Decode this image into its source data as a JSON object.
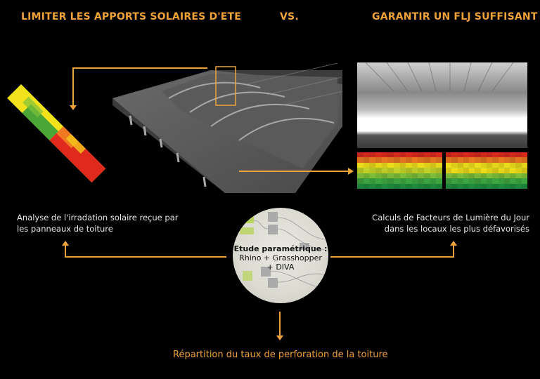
{
  "header": {
    "left_title": "LIMITER LES APPORTS SOLAIRES D'ETE",
    "vs_label": "VS.",
    "right_title": "GARANTIR UN FLJ SUFFISANT"
  },
  "captions": {
    "left": [
      "Analyse de l'irradation solaire reçue par",
      "les panneaux de toiture"
    ],
    "right": [
      "Calculs de Facteurs de Lumière du Jour",
      "dans les locaux les plus défavorisés"
    ],
    "bottom": "Répartition du taux de perforation de la toiture"
  },
  "center_node": {
    "title": "Etude paramétrique :",
    "line2": "Rhino + Grasshopper",
    "line3": "+ DIVA"
  },
  "colors": {
    "accent": "#f0a23a",
    "background": "#000000",
    "text": "#e8e8e8",
    "heat_red": "#e02a1e",
    "heat_orange": "#f07a22",
    "heat_yellow": "#f2e21c",
    "heat_green": "#2e9a3c"
  },
  "heatmap_left_rows": [
    "red",
    "orange",
    "yellow",
    "yellowgreen",
    "lightgreen",
    "green",
    "darkgreen"
  ],
  "heatmap_right_rows": [
    "red",
    "orange",
    "yellow",
    "yellow",
    "lightgreen",
    "green",
    "darkgreen"
  ]
}
